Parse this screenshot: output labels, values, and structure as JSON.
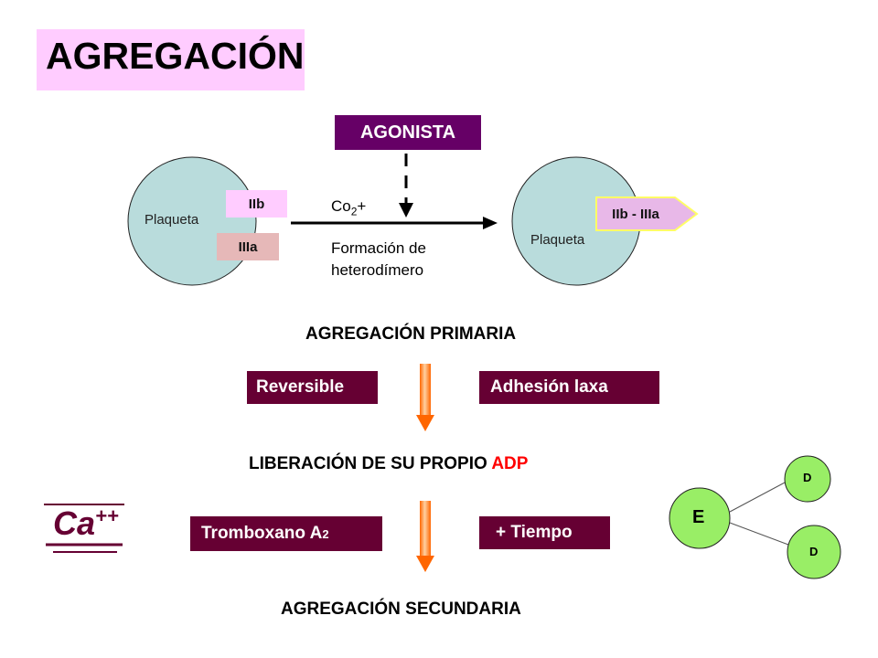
{
  "title": "AGREGACIÓN",
  "agonist": "AGONISTA",
  "platelet_left": {
    "label": "Plaqueta",
    "receptor_top": "IIb",
    "receptor_bottom": "IIIa"
  },
  "reaction": {
    "cofactor": "Co",
    "cofactor_sub": "2",
    "cofactor_sign": "+",
    "line1": "Formación de",
    "line2": "heterodímero"
  },
  "platelet_right": {
    "label": "Plaqueta",
    "receptor": "IIb - IIIa"
  },
  "primary_heading": "AGREGACIÓN  PRIMARIA",
  "primary_boxes": {
    "left": "Reversible",
    "right": "Adhesión laxa"
  },
  "release_heading": {
    "text": "LIBERACIÓN DE SU PROPIO ",
    "highlight": "ADP"
  },
  "calcium": {
    "symbol": "Ca",
    "charge": "++"
  },
  "secondary_boxes": {
    "left": "Tromboxano A",
    "left_sub": "2",
    "right": "+ Tiempo"
  },
  "secondary_heading": "AGREGACIÓN  SECUNDARIA",
  "edd": {
    "center": "E",
    "top": "D",
    "bottom": "D"
  },
  "colors": {
    "title_bg": "#ffccff",
    "agonist_bg": "#660066",
    "box_bg": "#660033",
    "cell": "#b9dcdc",
    "arrow": "#ff6600"
  }
}
